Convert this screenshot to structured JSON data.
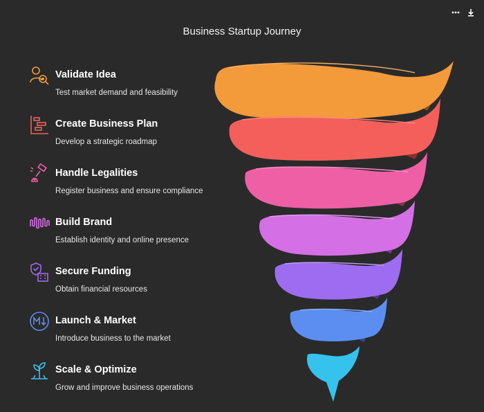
{
  "title": "Business Startup Journey",
  "toolbar": {
    "more_icon": "more-dots-icon",
    "download_icon": "download-icon"
  },
  "steps": [
    {
      "name": "Validate Idea",
      "desc": "Test market demand and feasibility",
      "icon": "user-search-icon",
      "color": "#f39a3a"
    },
    {
      "name": "Create Business Plan",
      "desc": "Develop a strategic roadmap",
      "icon": "gantt-chart-icon",
      "color": "#f45f5b"
    },
    {
      "name": "Handle Legalities",
      "desc": "Register business and ensure compliance",
      "icon": "gavel-icon",
      "color": "#ef5fa6"
    },
    {
      "name": "Build Brand",
      "desc": "Establish identity and online presence",
      "icon": "waveform-icon",
      "color": "#d56fe6"
    },
    {
      "name": "Secure Funding",
      "desc": "Obtain financial resources",
      "icon": "shield-building-icon",
      "color": "#9d6cf0"
    },
    {
      "name": "Launch & Market",
      "desc": "Introduce business to the market",
      "icon": "market-down-icon",
      "color": "#5b8ef0"
    },
    {
      "name": "Scale & Optimize",
      "desc": "Grow and improve business operations",
      "icon": "growth-plant-icon",
      "color": "#35c3ee"
    }
  ]
}
